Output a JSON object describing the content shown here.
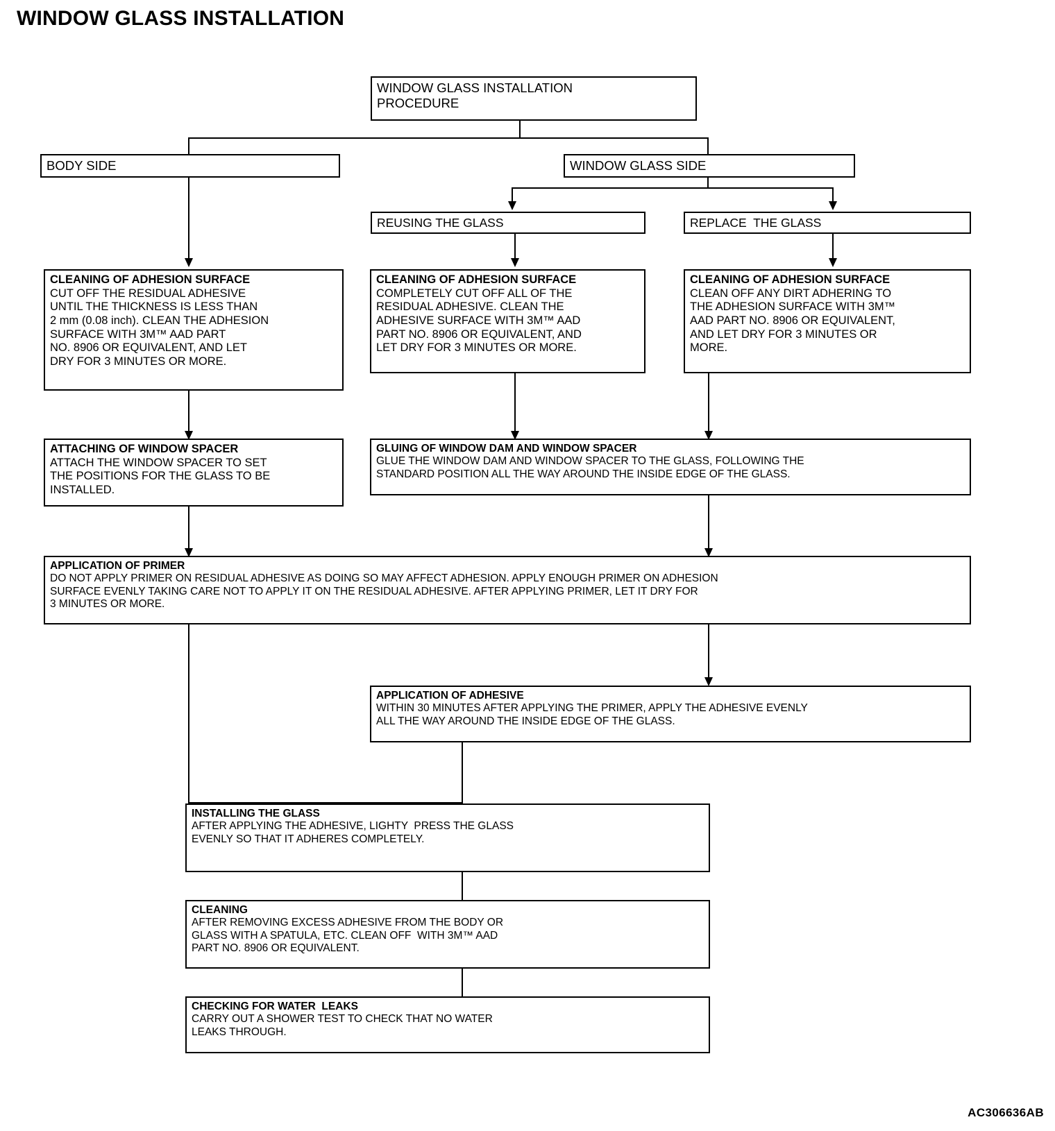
{
  "page": {
    "title": "WINDOW GLASS INSTALLATION",
    "figure_code": "AC306636AB"
  },
  "nodes": {
    "root": {
      "header": "",
      "body": "WINDOW GLASS INSTALLATION\nPROCEDURE"
    },
    "body_side": {
      "header": "",
      "body": "BODY SIDE"
    },
    "glass_side": {
      "header": "",
      "body": "WINDOW GLASS SIDE"
    },
    "reusing": {
      "header": "",
      "body": "REUSING THE GLASS"
    },
    "replace": {
      "header": "",
      "body": "REPLACE  THE GLASS"
    },
    "clean_body": {
      "header": "CLEANING OF ADHESION SURFACE",
      "body": "CUT OFF THE RESIDUAL ADHESIVE\nUNTIL THE THICKNESS IS LESS THAN\n2 mm (0.08 inch). CLEAN THE ADHESION\nSURFACE WITH 3M™ AAD PART\nNO. 8906 OR EQUIVALENT, AND LET\nDRY FOR 3 MINUTES OR MORE."
    },
    "clean_reuse": {
      "header": "CLEANING OF ADHESION SURFACE",
      "body": "COMPLETELY CUT OFF ALL OF THE\nRESIDUAL ADHESIVE. CLEAN THE\nADHESIVE SURFACE WITH 3M™ AAD\nPART NO. 8906 OR EQUIVALENT, AND\nLET DRY FOR 3 MINUTES OR MORE."
    },
    "clean_replace": {
      "header": "CLEANING OF ADHESION SURFACE",
      "body": "CLEAN OFF ANY DIRT ADHERING TO\nTHE ADHESION SURFACE WITH 3M™\nAAD PART NO. 8906 OR EQUIVALENT,\nAND LET DRY FOR 3 MINUTES OR\nMORE."
    },
    "attach_spacer": {
      "header": "ATTACHING OF WINDOW SPACER",
      "body": "ATTACH THE WINDOW SPACER TO SET\nTHE POSITIONS FOR THE GLASS TO BE\nINSTALLED."
    },
    "gluing": {
      "header": "GLUING OF WINDOW DAM AND WINDOW SPACER",
      "body": "GLUE THE WINDOW DAM AND WINDOW SPACER TO THE GLASS, FOLLOWING THE\nSTANDARD POSITION ALL THE WAY AROUND THE INSIDE EDGE OF THE GLASS."
    },
    "primer": {
      "header": "APPLICATION OF PRIMER",
      "body": "DO NOT APPLY PRIMER ON RESIDUAL ADHESIVE AS DOING SO MAY AFFECT ADHESION. APPLY ENOUGH PRIMER ON ADHESION\nSURFACE EVENLY TAKING CARE NOT TO APPLY IT ON THE RESIDUAL ADHESIVE. AFTER APPLYING PRIMER, LET IT DRY FOR\n3 MINUTES OR MORE."
    },
    "adhesive": {
      "header": "APPLICATION OF ADHESIVE",
      "body": "WITHIN 30 MINUTES AFTER APPLYING THE PRIMER, APPLY THE ADHESIVE EVENLY\nALL THE WAY AROUND THE INSIDE EDGE OF THE GLASS."
    },
    "installing": {
      "header": "INSTALLING THE GLASS",
      "body": "AFTER APPLYING THE ADHESIVE, LIGHTY  PRESS THE GLASS\nEVENLY SO THAT IT ADHERES COMPLETELY."
    },
    "cleaning": {
      "header": "CLEANING",
      "body": "AFTER REMOVING EXCESS ADHESIVE FROM THE BODY OR\nGLASS WITH A SPATULA, ETC. CLEAN OFF  WITH 3M™ AAD\nPART NO. 8906 OR EQUIVALENT."
    },
    "water_leaks": {
      "header": "CHECKING FOR WATER  LEAKS",
      "body": "CARRY OUT A SHOWER TEST TO CHECK THAT NO WATER\nLEAKS THROUGH."
    }
  }
}
